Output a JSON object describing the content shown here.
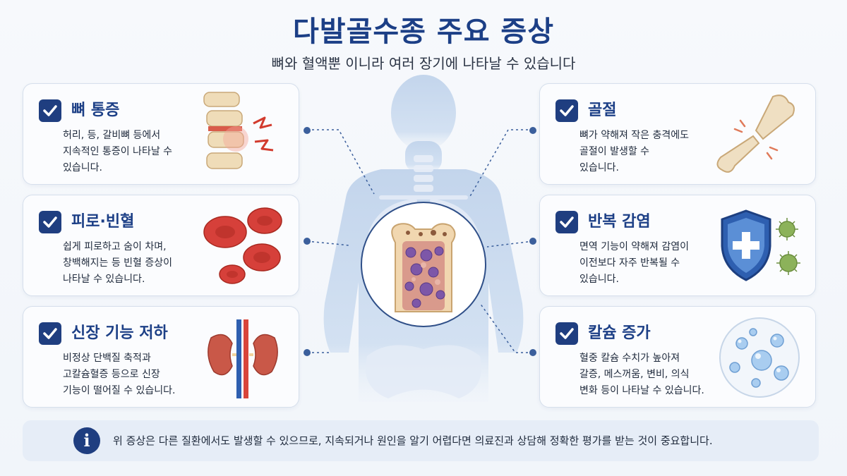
{
  "header": {
    "title": "다발골수종 주요 증상",
    "subtitle": "뼈와 혈액뿐 이니라 여러 장기에 나타날 수 있습니다"
  },
  "cards": [
    {
      "title": "뼈 통증",
      "desc": [
        "허리, 등, 갈비뼈 등에서",
        "지속적인 통증이 나타날 수",
        "있습니다."
      ]
    },
    {
      "title": "피로·빈혈",
      "desc": [
        "쉽게 피로하고 숨이 차며,",
        "창백해지는 등 빈혈 증상이",
        "나타날 수 있습니다."
      ]
    },
    {
      "title": "신장 기능 저하",
      "desc": [
        "비정상 단백질 축적과",
        "고칼슘혈증 등으로 신장",
        "기능이 떨어질 수 있습니다."
      ]
    },
    {
      "title": "골절",
      "desc": [
        "뼈가 약해져 작은 충격에도",
        "골절이 발생할 수",
        "있습니다."
      ]
    },
    {
      "title": "반복 감염",
      "desc": [
        "면역 기능이 약해져 감염이",
        "이전보다 자주 반복될 수",
        "있습니다."
      ]
    },
    {
      "title": "칼슘 증가",
      "desc": [
        "혈중 칼슘 수치가 높아져",
        "갈증, 메스꺼움, 변비, 의식",
        "변화 등이 나타날 수 있습니다."
      ]
    }
  ],
  "note": {
    "icon": "info-icon",
    "text": "위 증상은 다른 질환에서도 발생할 수 있으므로, 지속되거나 원인을 알기 어렵다면 의료진과 상담해 정확한 평가를 받는 것이 중요합니다."
  },
  "colors": {
    "accent": "#1c3f86",
    "check_bg": "#1f3e80",
    "card_border": "#d6dfec",
    "body_blue": "#c5d6ec"
  },
  "icons": [
    "check-icon",
    "spine-icon",
    "red-blood-cells-icon",
    "kidneys-icon",
    "broken-bone-icon",
    "shield-cross-icon",
    "virus-icon",
    "calcium-bubbles-icon",
    "bone-marrow-icon",
    "info-icon"
  ]
}
